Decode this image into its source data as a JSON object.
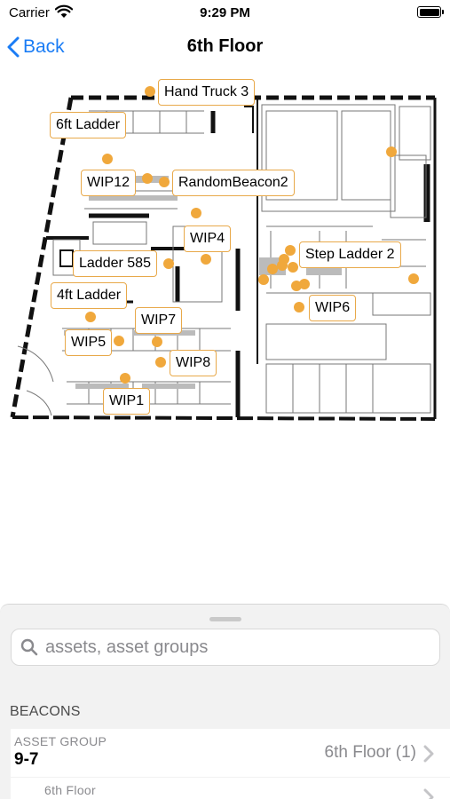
{
  "status_bar": {
    "carrier": "Carrier",
    "time": "9:29 PM"
  },
  "nav": {
    "back_label": "Back",
    "title": "6th Floor"
  },
  "map": {
    "marker_color": "#f0a83c",
    "labels": {
      "hand_truck_3": "Hand Truck 3",
      "ladder_6ft": "6ft Ladder",
      "wip12": "WIP12",
      "random_beacon_2": "RandomBeacon2",
      "wip4": "WIP4",
      "ladder_585": "Ladder 585",
      "step_ladder_2": "Step Ladder 2",
      "ladder_4ft": "4ft Ladder",
      "wip7": "WIP7",
      "wip6": "WIP6",
      "wip5": "WIP5",
      "wip8": "WIP8",
      "wip1": "WIP1"
    }
  },
  "search": {
    "placeholder": "assets, asset groups"
  },
  "beacons": {
    "header": "BEACONS",
    "rows": [
      {
        "caption": "ASSET GROUP",
        "title": "9-7",
        "detail": "6th Floor (1)"
      },
      {
        "caption": "6th Floor"
      }
    ]
  }
}
